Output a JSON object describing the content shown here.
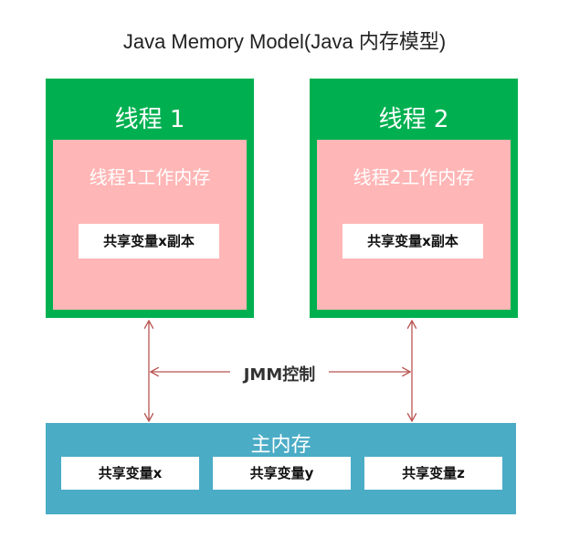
{
  "title": "Java Memory Model(Java 内存模型)",
  "threads": [
    {
      "title": "线程 1",
      "work_memory": "线程1工作内存",
      "copy": "共享变量x副本"
    },
    {
      "title": "线程 2",
      "work_memory": "线程2工作内存",
      "copy": "共享变量x副本"
    }
  ],
  "control_label": "JMM控制",
  "main_memory": {
    "title": "主内存",
    "vars": [
      "共享变量x",
      "共享变量y",
      "共享变量z"
    ]
  },
  "colors": {
    "thread_green": "#00b050",
    "work_memory_pink": "#ffb6b6",
    "main_memory_blue": "#4bacc6",
    "arrow_red": "#b85450"
  }
}
